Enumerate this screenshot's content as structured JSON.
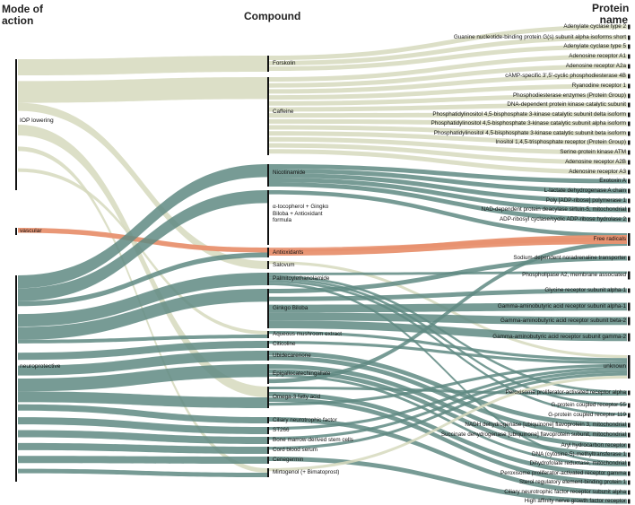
{
  "headers": {
    "mode": "Mode of action",
    "compound": "Compound",
    "protein": "Protein name"
  },
  "colors": {
    "iop": "#d6d9bd",
    "vascular": "#e8916f",
    "neuro": "#5f8a82",
    "bar": "#111111"
  },
  "modes": [
    {
      "id": "iop",
      "label": "IOP lowering",
      "color": "iop"
    },
    {
      "id": "vasc",
      "label": "vascular",
      "color": "vascular"
    },
    {
      "id": "neuro",
      "label": "neuroprotective",
      "color": "neuro"
    }
  ],
  "compounds": [
    {
      "id": "forskolin",
      "label": "Forskolin"
    },
    {
      "id": "caffeine",
      "label": "Caffeine"
    },
    {
      "id": "nicotinamide",
      "label": "Nicotinamide"
    },
    {
      "id": "toco",
      "label": "α-tocopherol + Gingko Biloba + Antioxidant formula"
    },
    {
      "id": "antiox",
      "label": "Antioxidants"
    },
    {
      "id": "salovum",
      "label": "Salovum"
    },
    {
      "id": "pea",
      "label": "Palmitoylethanolamide"
    },
    {
      "id": "ginkgo",
      "label": "Ginkgo Biloba"
    },
    {
      "id": "mushroom",
      "label": "Aqueous mushroom extract"
    },
    {
      "id": "citicoline",
      "label": "Citicoline"
    },
    {
      "id": "ubidecarenone",
      "label": "Ubidecarenone"
    },
    {
      "id": "egcg",
      "label": "Epigallocatechingallate"
    },
    {
      "id": "omega3",
      "label": "Omega-3 fatty acid"
    },
    {
      "id": "cntf",
      "label": "Ciliary neurotrophic factor"
    },
    {
      "id": "st266",
      "label": "ST266"
    },
    {
      "id": "bmsc",
      "label": "Bone marrow-derived stem cells"
    },
    {
      "id": "cord",
      "label": "Cord blood serum"
    },
    {
      "id": "cenegermin",
      "label": "Cenegermin"
    },
    {
      "id": "mirtogenol",
      "label": "Mirtogenol (+ Bimatoprost)"
    }
  ],
  "proteins": [
    "Adenylate cyclase type 2",
    "Guanine nucleotide-binding protein G(s) subunit alpha isoforms short",
    "Adenylate cyclase type 5",
    "Adenosine receptor A1",
    "Adenosine receptor A2a",
    "cAMP-specific 3',5'-cyclic phosphodiesterase 4B",
    "Ryanodine receptor 1",
    "Phosphodiesterase enzymes (Protein Group)",
    "DNA-dependent protein kinase catalytic subunit",
    "Phosphatidylinositol 4,5-bisphosphate 3-kinase catalytic subunit delta isoform",
    "Phosphatidylinositol 4,5-bisphosphate 3-kinase catalytic subunit alpha isoform",
    "Phosphatidylinositol 4,5-bisphosphate 3-kinase catalytic subunit beta isoform",
    "Inositol 1,4,5-trisphosphate receptor (Protein Group)",
    "Serine-protein kinase ATM",
    "Adenosine receptor A2B",
    "Adenosine receptor A3",
    "Exotoxin A",
    "L-lactate dehydrogenase A chain",
    "Poly [ADP-ribose] polymerase 1",
    "NAD-dependent protein deacylase sirtuin-5, mitochondrial",
    "ADP-ribosyl cyclase/cyclic ADP-ribose hydrolase 2",
    "Free radicals",
    "Sodium-dependent noradrenaline transporter",
    "Phospholipase A2, membrane associated",
    "Glycine receptor subunit alpha-1",
    "Gamma-aminobutyric acid receptor subunit alpha-1",
    "Gamma-aminobutyric acid receptor subunit beta-2",
    "Gamma-aminobutyric acid receptor subunit gamma-2",
    "unknown",
    "Peroxisome proliferator-activated receptor alpha",
    "G-protein coupled receptor 55",
    "G-protein coupled receptor 119",
    "NADH dehydrogenase [ubiquinone] flavoprotein 3, mitochondrial",
    "Succinate dehydrogenase [ubiquinone] flavoprotein subunit, mitochondrial",
    "Aryl hydrocarbon receptor",
    "DNA (cytosine-5)-methyltransferase 1",
    "Dihydrofolate reductase, mitochondrial",
    "Peroxisome proliferator-activated receptor gamma",
    "Sterol regulatory element-binding protein 1",
    "Ciliary neurotrophic factor receptor subunit alpha",
    "High affinity nerve growth factor receptor"
  ],
  "links_mode_compound": [
    [
      "iop",
      "forskolin"
    ],
    [
      "iop",
      "caffeine"
    ],
    [
      "iop",
      "salovum"
    ],
    [
      "iop",
      "omega3"
    ],
    [
      "iop",
      "mirtogenol"
    ],
    [
      "iop",
      "mushroom"
    ],
    [
      "vasc",
      "antiox"
    ],
    [
      "neuro",
      "nicotinamide"
    ],
    [
      "neuro",
      "toco"
    ],
    [
      "neuro",
      "antiox"
    ],
    [
      "neuro",
      "pea"
    ],
    [
      "neuro",
      "ginkgo"
    ],
    [
      "neuro",
      "mushroom"
    ],
    [
      "neuro",
      "citicoline"
    ],
    [
      "neuro",
      "ubidecarenone"
    ],
    [
      "neuro",
      "egcg"
    ],
    [
      "neuro",
      "omega3"
    ],
    [
      "neuro",
      "cntf"
    ],
    [
      "neuro",
      "st266"
    ],
    [
      "neuro",
      "bmsc"
    ],
    [
      "neuro",
      "cord"
    ],
    [
      "neuro",
      "cenegermin"
    ],
    [
      "neuro",
      "mirtogenol"
    ]
  ],
  "links_compound_protein": [
    [
      "forskolin",
      0
    ],
    [
      "forskolin",
      1
    ],
    [
      "forskolin",
      2
    ],
    [
      "caffeine",
      3
    ],
    [
      "caffeine",
      4
    ],
    [
      "caffeine",
      5
    ],
    [
      "caffeine",
      6
    ],
    [
      "caffeine",
      7
    ],
    [
      "caffeine",
      8
    ],
    [
      "caffeine",
      9
    ],
    [
      "caffeine",
      10
    ],
    [
      "caffeine",
      11
    ],
    [
      "caffeine",
      12
    ],
    [
      "caffeine",
      13
    ],
    [
      "caffeine",
      14
    ],
    [
      "caffeine",
      15
    ],
    [
      "nicotinamide",
      16
    ],
    [
      "nicotinamide",
      17
    ],
    [
      "nicotinamide",
      18
    ],
    [
      "nicotinamide",
      19
    ],
    [
      "nicotinamide",
      20
    ],
    [
      "toco",
      21
    ],
    [
      "antiox",
      21
    ],
    [
      "salovum",
      28
    ],
    [
      "pea",
      23
    ],
    [
      "pea",
      29
    ],
    [
      "pea",
      30
    ],
    [
      "pea",
      31
    ],
    [
      "pea",
      36
    ],
    [
      "ginkgo",
      22
    ],
    [
      "ginkgo",
      24
    ],
    [
      "ginkgo",
      25
    ],
    [
      "ginkgo",
      26
    ],
    [
      "ginkgo",
      27
    ],
    [
      "mushroom",
      28
    ],
    [
      "citicoline",
      28
    ],
    [
      "ubidecarenone",
      32
    ],
    [
      "ubidecarenone",
      33
    ],
    [
      "egcg",
      34
    ],
    [
      "egcg",
      35
    ],
    [
      "egcg",
      36
    ],
    [
      "egcg",
      21
    ],
    [
      "omega3",
      29
    ],
    [
      "omega3",
      37
    ],
    [
      "omega3",
      38
    ],
    [
      "omega3",
      28
    ],
    [
      "cntf",
      39
    ],
    [
      "st266",
      28
    ],
    [
      "bmsc",
      28
    ],
    [
      "cord",
      28
    ],
    [
      "cenegermin",
      40
    ],
    [
      "mirtogenol",
      28
    ]
  ]
}
